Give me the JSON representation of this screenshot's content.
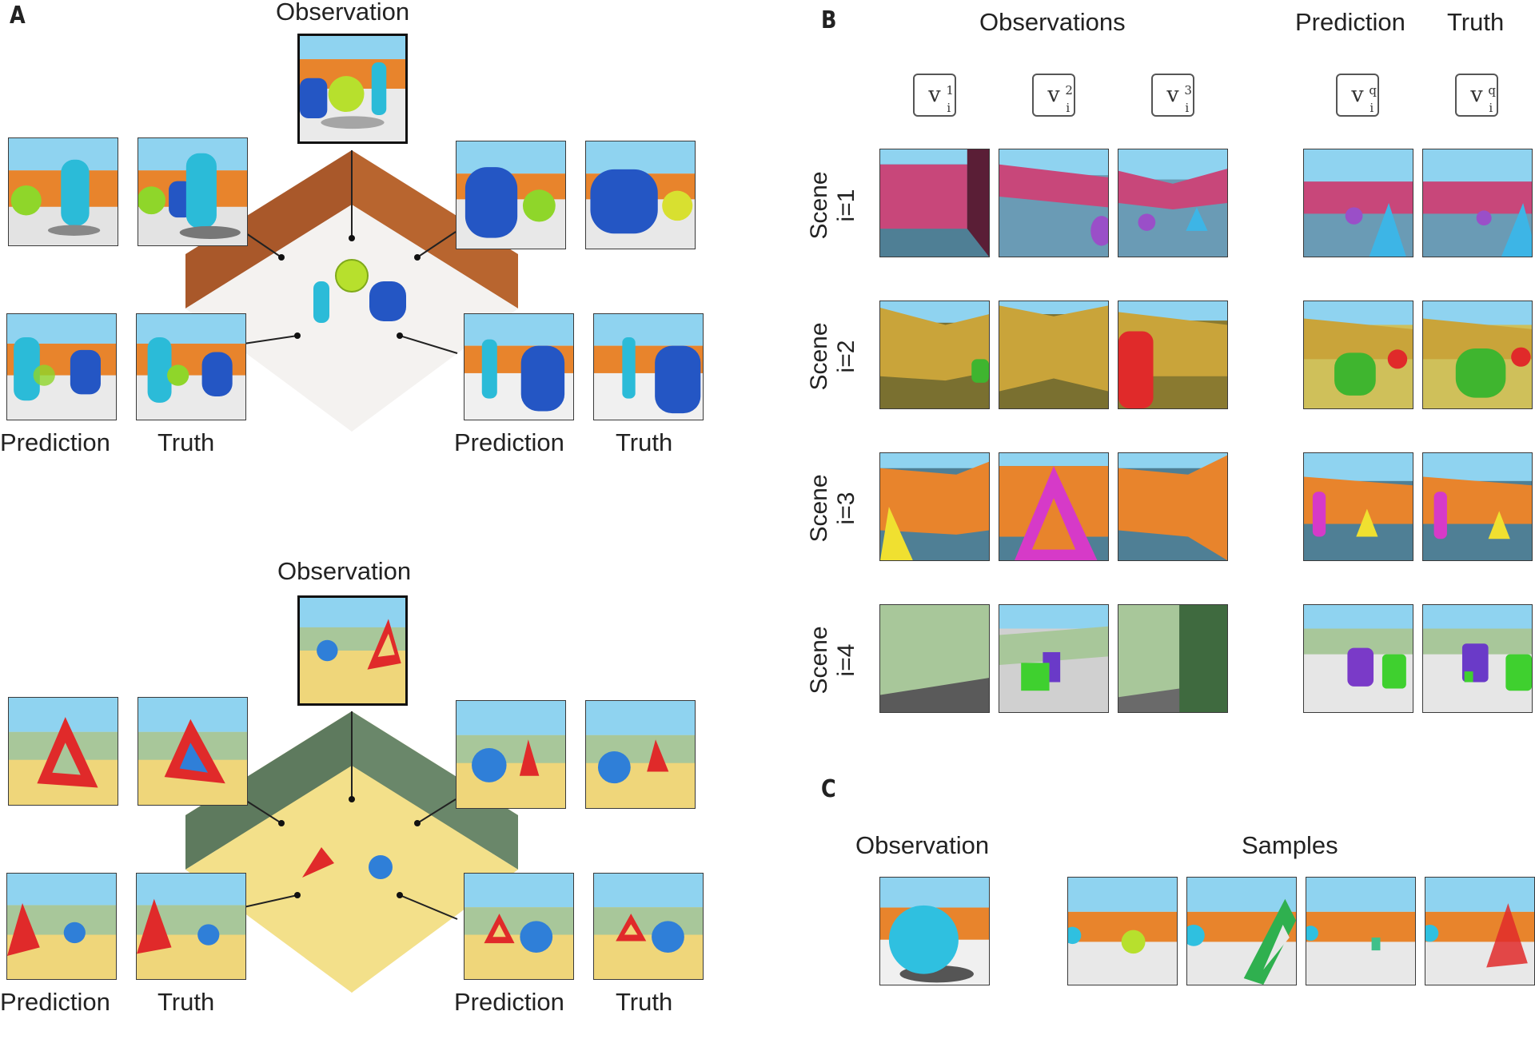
{
  "panels": {
    "a": "A",
    "b": "B",
    "c": "C"
  },
  "panel_a": {
    "top": {
      "observation": "Observation",
      "prediction_left": "Prediction",
      "truth_left": "Truth",
      "prediction_right": "Prediction",
      "truth_right": "Truth"
    },
    "bottom": {
      "observation": "Observation",
      "prediction_left": "Prediction",
      "truth_left": "Truth",
      "prediction_right": "Prediction",
      "truth_right": "Truth"
    }
  },
  "panel_b": {
    "observations_header": "Observations",
    "prediction_header": "Prediction",
    "truth_header": "Truth",
    "view_tokens": [
      {
        "base": "v",
        "sup": "1",
        "sub": "i"
      },
      {
        "base": "v",
        "sup": "2",
        "sub": "i"
      },
      {
        "base": "v",
        "sup": "3",
        "sub": "i"
      },
      {
        "base": "v",
        "sup": "q",
        "sub": "i"
      },
      {
        "base": "v",
        "sup": "q",
        "sub": "i"
      }
    ],
    "scenes": [
      {
        "word": "Scene",
        "index": "i=1"
      },
      {
        "word": "Scene",
        "index": "i=2"
      },
      {
        "word": "Scene",
        "index": "i=3"
      },
      {
        "word": "Scene",
        "index": "i=4"
      }
    ]
  },
  "panel_c": {
    "observation": "Observation",
    "samples": "Samples"
  },
  "colors": {
    "sky": "#8fd3f0",
    "orange_wall": "#e8842c",
    "pink_wall": "#c8477a",
    "mustard_wall": "#c9a43a",
    "sage_wall": "#a8c79a",
    "floor_white": "#e9e9e9",
    "floor_yellow": "#efd67a"
  }
}
